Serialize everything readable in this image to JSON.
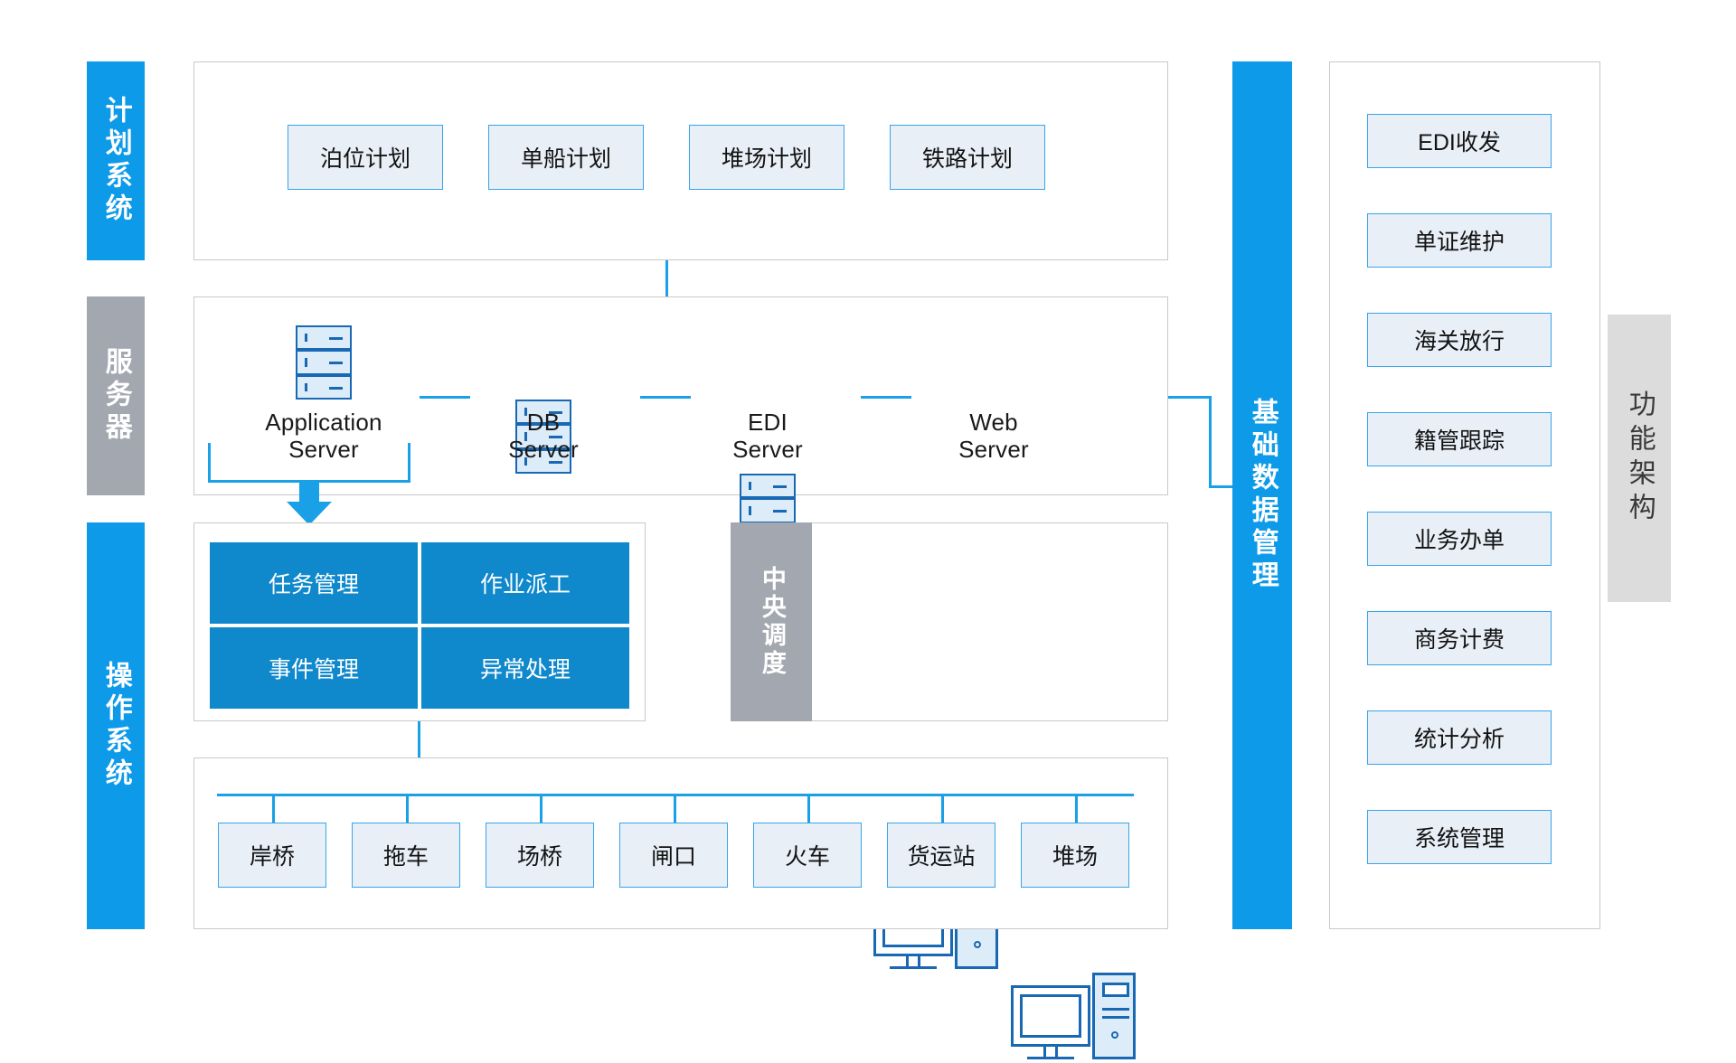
{
  "diagram": {
    "title_right_band": "功能架构",
    "colors": {
      "accent_blue": "#0d9ae8",
      "node_blue": "#1089cc",
      "node_border": "#36a5ec",
      "node_fill": "#e8eff7",
      "gray_band": "#a3a8b0",
      "light_gray_band": "#dcdcdc",
      "panel_border": "#c9c9c9",
      "connector": "#1aa0e6",
      "icon_stroke": "#1868b3"
    },
    "bands": {
      "planning": "计划系统",
      "server": "服务器",
      "operation": "操作系统",
      "basic_data": "基础数据管理",
      "central_dispatch": "中央调度",
      "function_arch": "功能架构"
    },
    "planning_items": [
      {
        "label": "泊位计划"
      },
      {
        "label": "单船计划"
      },
      {
        "label": "堆场计划"
      },
      {
        "label": "铁路计划"
      }
    ],
    "servers": [
      {
        "line1": "Application",
        "line2": "Server",
        "icon": "server-rack-icon"
      },
      {
        "line1": "DB",
        "line2": "Server",
        "icon": "server-rack-icon"
      },
      {
        "line1": "EDI",
        "line2": "Server",
        "icon": "server-rack-icon"
      },
      {
        "line1": "Web",
        "line2": "Server",
        "icon": "server-rack-icon"
      }
    ],
    "operation_modules": [
      {
        "label": "任务管理"
      },
      {
        "label": "作业派工"
      },
      {
        "label": "事件管理"
      },
      {
        "label": "异常处理"
      }
    ],
    "dispatch_workstations": [
      {
        "icon": "desktop-computer-icon"
      },
      {
        "icon": "desktop-computer-icon"
      }
    ],
    "equipment": [
      {
        "label": "岸桥"
      },
      {
        "label": "拖车"
      },
      {
        "label": "场桥"
      },
      {
        "label": "闸口"
      },
      {
        "label": "火车"
      },
      {
        "label": "货运站"
      },
      {
        "label": "堆场"
      }
    ],
    "basic_data_items": [
      {
        "label": "EDI收发"
      },
      {
        "label": "单证维护"
      },
      {
        "label": "海关放行"
      },
      {
        "label": "籍管跟踪"
      },
      {
        "label": "业务办单"
      },
      {
        "label": "商务计费"
      },
      {
        "label": "统计分析"
      },
      {
        "label": "系统管理"
      }
    ]
  }
}
